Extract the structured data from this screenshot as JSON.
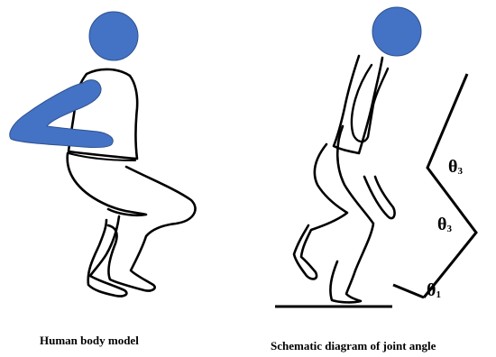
{
  "figure": {
    "left_caption": "Human body model",
    "right_caption": "Schematic diagram of joint angle",
    "angles": [
      {
        "symbol": "θ",
        "subscript": "3"
      },
      {
        "symbol": "θ",
        "subscript": "3"
      },
      {
        "symbol": "θ",
        "subscript": "1"
      }
    ]
  },
  "colors": {
    "head_fill": "#4472c4",
    "head_stroke": "#2f528f",
    "arm_fill": "#4472c4",
    "outline": "#000000",
    "background": "#ffffff"
  }
}
